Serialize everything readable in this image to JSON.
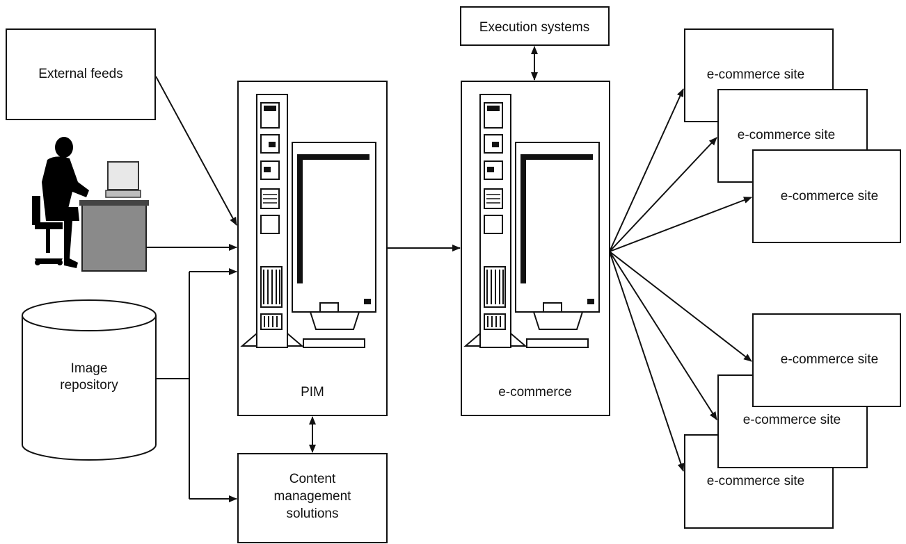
{
  "nodes": {
    "external_feeds": "External feeds",
    "image_repository": [
      "Image",
      "repository"
    ],
    "pim": "PIM",
    "ecommerce": "e-commerce",
    "execution_systems": "Execution systems",
    "content_management": [
      "Content",
      "management",
      "solutions"
    ],
    "ecommerce_sites": [
      "e-commerce site",
      "e-commerce site",
      "e-commerce site",
      "e-commerce site",
      "e-commerce site",
      "e-commerce site"
    ]
  }
}
